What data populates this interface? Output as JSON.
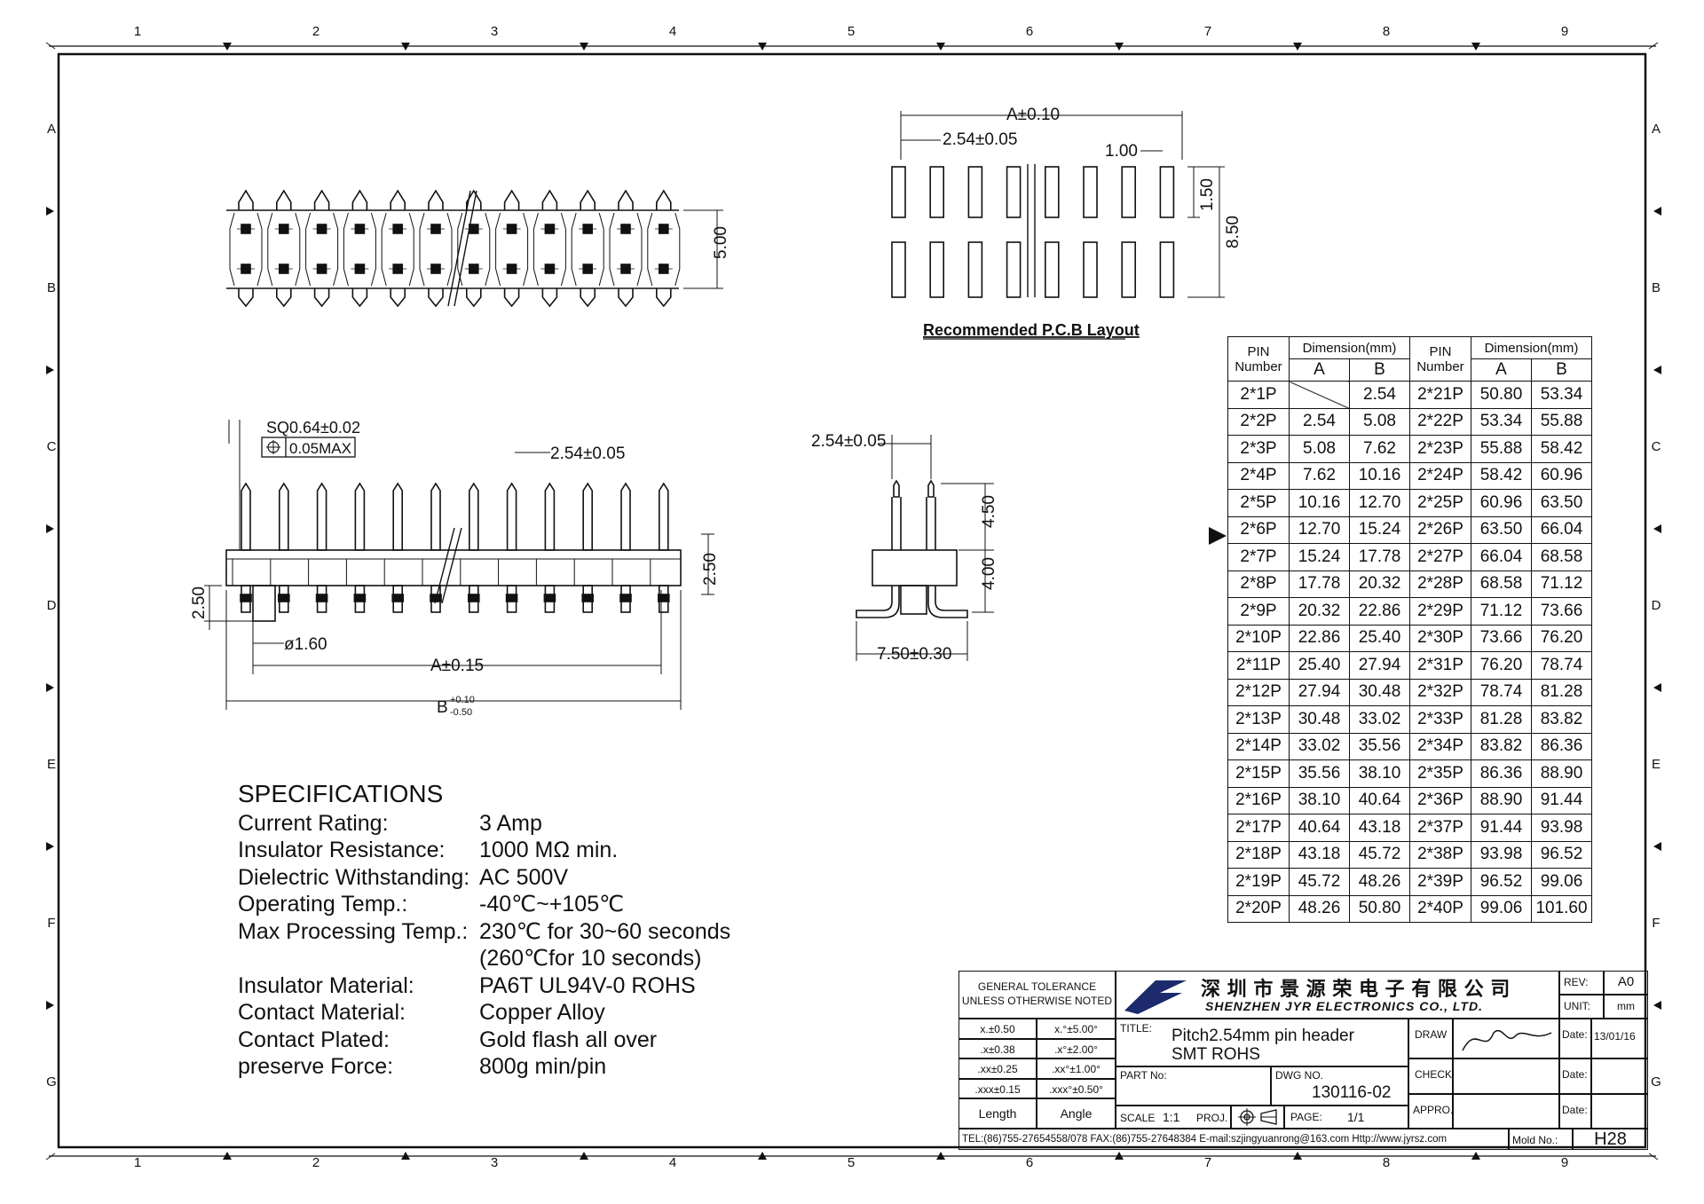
{
  "border": {
    "columns": [
      "1",
      "2",
      "3",
      "4",
      "5",
      "6",
      "7",
      "8",
      "9"
    ],
    "rows": [
      "A",
      "B",
      "C",
      "D",
      "E",
      "F",
      "G"
    ]
  },
  "views": {
    "top_dim_height": "5.00",
    "pcb": {
      "dim_a": "A±0.10",
      "dim_pitch": "2.54±0.05",
      "dim_pad_width": "1.00",
      "dim_pad_height": "1.50",
      "dim_span": "8.50",
      "caption": "Recommended P.C.B Layout"
    },
    "front": {
      "dim_sq": "SQ0.64±0.02",
      "dim_pos": "0.05MAX",
      "dim_pitch": "2.54±0.05",
      "dim_body_right": "2.50",
      "dim_body_left": "2.50",
      "dim_post": "ø1.60",
      "dim_a": "A±0.15",
      "dim_b": "B",
      "dim_b_tol_plus": "+0.10",
      "dim_b_tol_minus": "-0.50"
    },
    "side": {
      "dim_pitch": "2.54±0.05",
      "dim_pin_top": "4.50",
      "dim_body": "4.00",
      "dim_width": "7.50±0.30"
    }
  },
  "specifications": {
    "title": "SPECIFICATIONS",
    "items": [
      {
        "label": "Current Rating:",
        "value": "3 Amp"
      },
      {
        "label": "Insulator Resistance:",
        "value": "1000 MΩ min."
      },
      {
        "label": "Dielectric Withstanding:",
        "value": "AC 500V"
      },
      {
        "label": "Operating Temp.:",
        "value": "-40℃~+105℃"
      },
      {
        "label": "Max Processing Temp.:",
        "value": "230℃ for 30~60 seconds"
      },
      {
        "label": "",
        "value": "(260℃for 10 seconds)"
      },
      {
        "label": "Insulator Material:",
        "value": "PA6T UL94V-0 ROHS"
      },
      {
        "label": "Contact Material:",
        "value": "Copper Alloy"
      },
      {
        "label": "Contact Plated:",
        "value": "Gold flash all over"
      },
      {
        "label": "preserve Force:",
        "value": "800g min/pin"
      }
    ]
  },
  "dimension_table": {
    "headers": {
      "pin": "PIN",
      "number": "Number",
      "dimension": "Dimension(mm)",
      "a": "A",
      "b": "B"
    },
    "selected_row": "2*6P",
    "rows": [
      [
        "2*1P",
        "",
        "2.54",
        "2*21P",
        "50.80",
        "53.34"
      ],
      [
        "2*2P",
        "2.54",
        "5.08",
        "2*22P",
        "53.34",
        "55.88"
      ],
      [
        "2*3P",
        "5.08",
        "7.62",
        "2*23P",
        "55.88",
        "58.42"
      ],
      [
        "2*4P",
        "7.62",
        "10.16",
        "2*24P",
        "58.42",
        "60.96"
      ],
      [
        "2*5P",
        "10.16",
        "12.70",
        "2*25P",
        "60.96",
        "63.50"
      ],
      [
        "2*6P",
        "12.70",
        "15.24",
        "2*26P",
        "63.50",
        "66.04"
      ],
      [
        "2*7P",
        "15.24",
        "17.78",
        "2*27P",
        "66.04",
        "68.58"
      ],
      [
        "2*8P",
        "17.78",
        "20.32",
        "2*28P",
        "68.58",
        "71.12"
      ],
      [
        "2*9P",
        "20.32",
        "22.86",
        "2*29P",
        "71.12",
        "73.66"
      ],
      [
        "2*10P",
        "22.86",
        "25.40",
        "2*30P",
        "73.66",
        "76.20"
      ],
      [
        "2*11P",
        "25.40",
        "27.94",
        "2*31P",
        "76.20",
        "78.74"
      ],
      [
        "2*12P",
        "27.94",
        "30.48",
        "2*32P",
        "78.74",
        "81.28"
      ],
      [
        "2*13P",
        "30.48",
        "33.02",
        "2*33P",
        "81.28",
        "83.82"
      ],
      [
        "2*14P",
        "33.02",
        "35.56",
        "2*34P",
        "83.82",
        "86.36"
      ],
      [
        "2*15P",
        "35.56",
        "38.10",
        "2*35P",
        "86.36",
        "88.90"
      ],
      [
        "2*16P",
        "38.10",
        "40.64",
        "2*36P",
        "88.90",
        "91.44"
      ],
      [
        "2*17P",
        "40.64",
        "43.18",
        "2*37P",
        "91.44",
        "93.98"
      ],
      [
        "2*18P",
        "43.18",
        "45.72",
        "2*38P",
        "93.98",
        "96.52"
      ],
      [
        "2*19P",
        "45.72",
        "48.26",
        "2*39P",
        "96.52",
        "99.06"
      ],
      [
        "2*20P",
        "48.26",
        "50.80",
        "2*40P",
        "99.06",
        "101.60"
      ]
    ]
  },
  "title_block": {
    "general_tolerance_1": "GENERAL TOLERANCE",
    "general_tolerance_2": "UNLESS OTHERWISE NOTED",
    "tolerances": [
      [
        "x.±0.50",
        "x.°±5.00°"
      ],
      [
        ".x±0.38",
        ".x°±2.00°"
      ],
      [
        ".xx±0.25",
        ".xx°±1.00°"
      ],
      [
        ".xxx±0.15",
        ".xxx°±0.50°"
      ]
    ],
    "length_label": "Length",
    "angle_label": "Angle",
    "company_cn": "深 圳 市 景 源 荣 电 子 有 限 公 司",
    "company_en": "SHENZHEN JYR ELECTRONICS CO., LTD.",
    "rev_label": "REV:",
    "rev_value": "A0",
    "unit_label": "UNIT:",
    "unit_value": "mm",
    "title_label": "TITLE:",
    "title_line1": "Pitch2.54mm pin header",
    "title_line2": "SMT ROHS",
    "draw_label": "DRAW",
    "date_label": "Date:",
    "date_value": "13/01/16",
    "part_no_label": "PART No:",
    "dwg_no_label": "DWG NO.",
    "dwg_no_value": "130116-02",
    "check_label": "CHECK",
    "scale_label": "SCALE",
    "scale_value": "1:1",
    "proj_label": "PROJ.",
    "page_label": "PAGE:",
    "page_value": "1/1",
    "appro_label": "APPRO.",
    "contact_line": "TEL:(86)755-27654558/078  FAX:(86)755-27648384  E-mail:szjingyuanrong@163.com  Http://www.jyrsz.com",
    "mold_label": "Mold No.:",
    "mold_value": "H28"
  }
}
